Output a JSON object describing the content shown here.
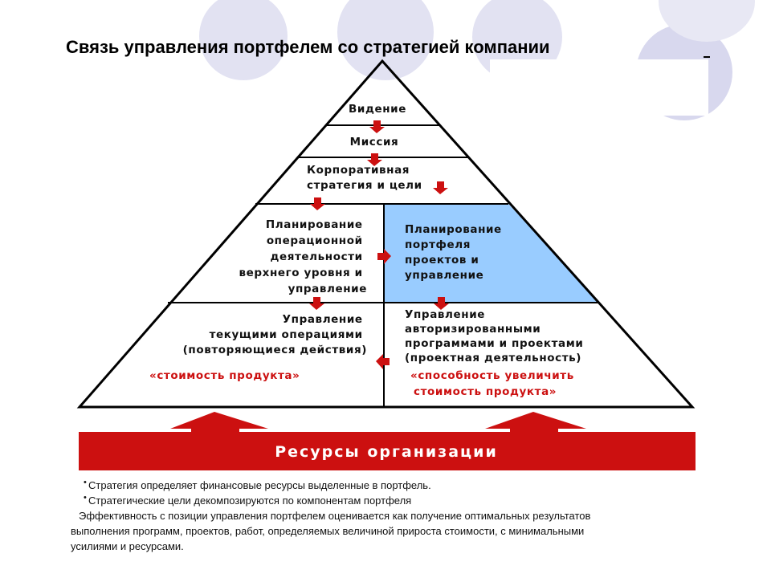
{
  "title": "Связь управления портфелем со стратегией компании",
  "pyramid": {
    "levels": [
      {
        "lines": [
          "Видение"
        ]
      },
      {
        "lines": [
          "Миссия"
        ]
      },
      {
        "lines": [
          "Корпоративная",
          "стратегия и цели"
        ]
      }
    ],
    "left_planning": {
      "lines": [
        "Планирование",
        "операционной",
        "деятельности",
        "верхнего уровня и",
        "управление"
      ]
    },
    "right_planning": {
      "lines": [
        "Планирование",
        "портфеля",
        "проектов и",
        "управление"
      ]
    },
    "left_ops": {
      "lines": [
        "Управление",
        "текущими операциями",
        "(повторяющиеся действия)"
      ],
      "red_line": "«стоимость продукта»"
    },
    "right_ops": {
      "lines": [
        "Управление",
        "авторизированными",
        "программами и проектами",
        "(проектная деятельность)"
      ],
      "red_lines": [
        "«способность увеличить",
        "стоимость продукта»"
      ]
    }
  },
  "resources_banner": "Ресурсы организации",
  "notes": {
    "bullets": [
      "Стратегия определяет финансовые ресурсы выделенные в портфель.",
      "Стратегические цели декомпозируются по компонентам портфеля"
    ],
    "paragraph_lines": [
      "Эффективность с позиции управления портфелем оценивается как получение оптимальных результатов",
      "выполнения программ, проектов, работ, определяемых величиной прироста стоимости, с минимальными",
      "усилиями и ресурсами."
    ]
  },
  "colors": {
    "highlight_cell": "#99ccff",
    "accent_red": "#cc1010",
    "deco_circle": "#dcdcf0"
  }
}
